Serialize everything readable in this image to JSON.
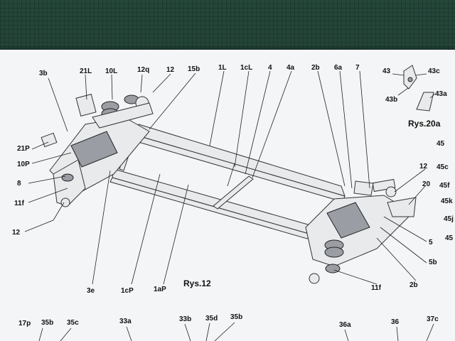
{
  "figure": {
    "caption": "Rys.12",
    "detail_caption": "Rys.20a"
  },
  "labels": {
    "l3b": "3b",
    "l21L": "21L",
    "l10L": "10L",
    "l12q": "12q",
    "l12a": "12",
    "l15b": "15b",
    "l1L": "1L",
    "l1cL": "1cL",
    "l4": "4",
    "l4a": "4a",
    "l2b_top": "2b",
    "l6a": "6a",
    "l7": "7",
    "l21P": "21P",
    "l10P": "10P",
    "l8": "8",
    "l11f_left": "11f",
    "l12_left": "12",
    "l3e": "3e",
    "l1cP": "1cP",
    "l1aP": "1aP",
    "l12_right": "12",
    "l20": "20",
    "l5": "5",
    "l5b": "5b",
    "l2b_bottom": "2b",
    "l11f_right": "11f",
    "l43": "43",
    "l43c": "43c",
    "l43b": "43b",
    "l43a": "43a",
    "l45": "45",
    "l45c": "45c",
    "l45f": "45f",
    "l45k": "45k",
    "l45j": "45j",
    "l45i": "45",
    "b17p": "17p",
    "b35b": "35b",
    "b35c": "35c",
    "b33a": "33a",
    "b33b": "33b",
    "b35d": "35d",
    "b35b2": "35b",
    "b36a": "36a",
    "b36": "36",
    "b37c": "37c"
  }
}
